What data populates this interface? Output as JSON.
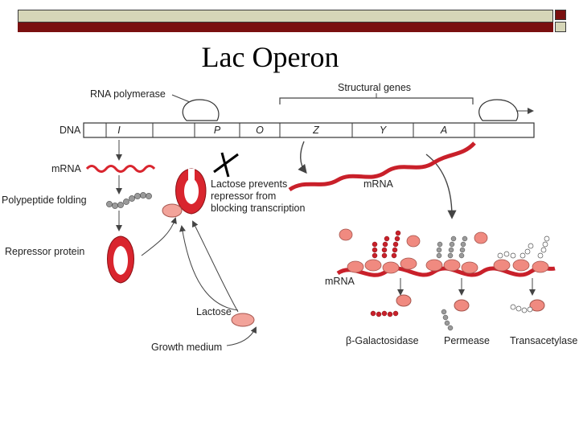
{
  "slide": {
    "title": "Lac Operon"
  },
  "labels": {
    "rna_polymerase": "RNA polymerase",
    "structural_genes": "Structural genes",
    "dna": "DNA",
    "mrna_left": "mRNA",
    "polypeptide_folding": "Polypeptide folding",
    "repressor_protein": "Repressor protein",
    "lactose_note_1": "Lactose prevents",
    "lactose_note_2": "repressor from",
    "lactose_note_3": "blocking transcription",
    "mrna_right": "mRNA",
    "mrna_lower": "mRNA",
    "lactose": "Lactose",
    "growth_medium": "Growth medium",
    "beta_galactosidase": "β-Galactosidase",
    "permease": "Permease",
    "transacetylase": "Transacetylase"
  },
  "genes": [
    "I",
    "P",
    "O",
    "Z",
    "Y",
    "A"
  ],
  "colors": {
    "header_bar": "#d6d6b8",
    "header_line": "#7a1010",
    "repressor_red": "#d9252e",
    "lactose_pink": "#f2a39a",
    "ribosome_pink": "#f08a80",
    "gray_chain": "#9a9a9a"
  }
}
